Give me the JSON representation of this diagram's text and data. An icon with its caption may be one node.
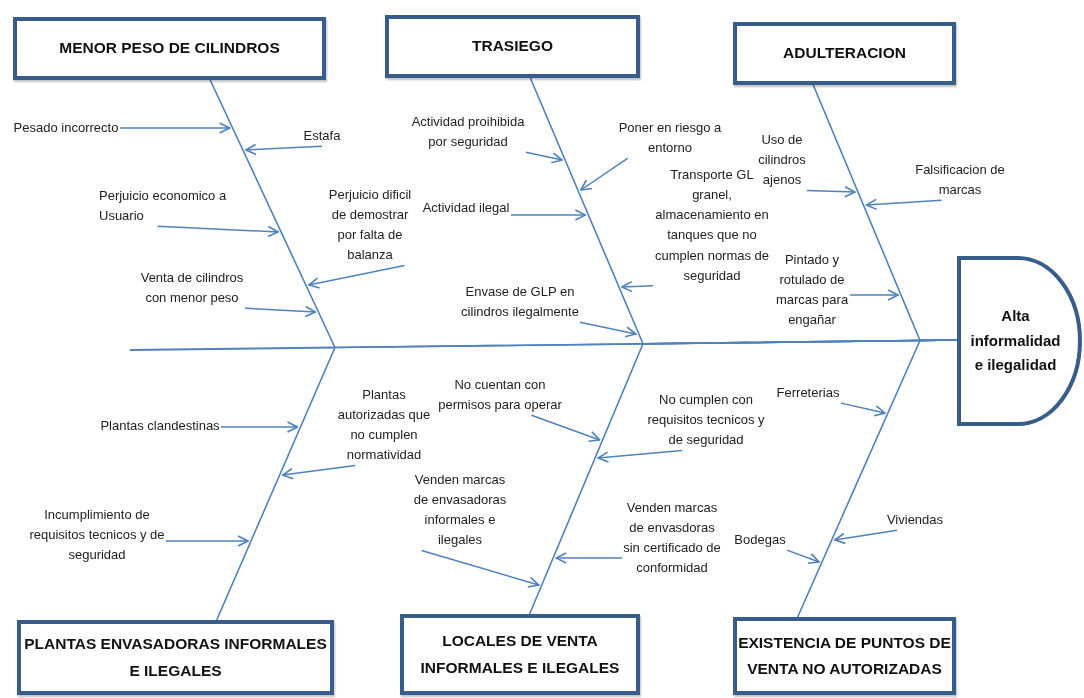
{
  "diagram": {
    "nodes": [
      {
        "text": [
          "MENOR PESO DE CILINDROS"
        ]
      },
      {
        "text": [
          "TRASIEGO"
        ]
      },
      {
        "text": [
          "ADULTERACION"
        ]
      },
      {
        "text": [
          "Pesado incorrecto"
        ]
      },
      {
        "text": [
          "Estafa"
        ]
      },
      {
        "text": [
          "Perjuicio economico a Usuario"
        ]
      },
      {
        "text": [
          "Perjuicio dificil de demostrar por falta de balanza"
        ]
      },
      {
        "text": [
          "Venta de cilindros con menor peso"
        ]
      },
      {
        "text": [
          "Actividad proihibida por seguridad"
        ]
      },
      {
        "text": [
          "Poner en riesgo a entorno"
        ]
      },
      {
        "text": [
          "Actividad ilegal"
        ]
      },
      {
        "text": [
          "Transporte GL granel, almacenamiento en tanques que no cumplen normas de seguridad"
        ]
      },
      {
        "text": [
          "Envase de GLP en cilindros ilegalmente"
        ]
      },
      {
        "text": [
          "Uso de cilindros ajenos"
        ]
      },
      {
        "text": [
          "Falsificacion de marcas"
        ]
      },
      {
        "text": [
          "Pintado y rotulado de marcas para engañar"
        ]
      },
      {
        "text": [
          "Alta informalidad e ilegalidad"
        ]
      },
      {
        "text": [
          "Plantas clandestinas"
        ]
      },
      {
        "text": [
          "Plantas autorizadas que no cumplen normatividad"
        ]
      },
      {
        "text": [
          "Incumplimiento de requisitos tecnicos y de seguridad"
        ]
      },
      {
        "text": [
          "No cuentan con permisos para operar"
        ]
      },
      {
        "text": [
          "No cumplen con requisitos tecnicos y de seguridad"
        ]
      },
      {
        "text": [
          "Venden marcas de envasadoras informales e ilegales"
        ]
      },
      {
        "text": [
          "Venden marcas de envasdoras sin certificado de conformidad"
        ]
      },
      {
        "text": [
          "Ferreterias"
        ]
      },
      {
        "text": [
          "Bodegas"
        ]
      },
      {
        "text": [
          "Viviendas"
        ]
      },
      {
        "text": [
          "PLANTAS ENVASADORAS INFORMALES E ILEGALES"
        ]
      },
      {
        "text": [
          "LOCALES DE VENTA INFORMALES E ILEGALES"
        ]
      },
      {
        "text": [
          "EXISTENCIA DE PUNTOS DE VENTA NO AUTORIZADAS"
        ]
      }
    ],
    "edges": [
      {
        "from": 0,
        "to": 16,
        "arrow": "none"
      },
      {
        "from": 1,
        "to": 16,
        "arrow": "none"
      },
      {
        "from": 2,
        "to": 16,
        "arrow": "none"
      },
      {
        "from": 27,
        "to": 16,
        "arrow": "none"
      },
      {
        "from": 28,
        "to": 16,
        "arrow": "none"
      },
      {
        "from": 29,
        "to": 16,
        "arrow": "none"
      },
      {
        "from": 3,
        "to": null,
        "arrow": "to"
      },
      {
        "from": 4,
        "to": null,
        "arrow": "to"
      },
      {
        "from": 5,
        "to": null,
        "arrow": "to"
      },
      {
        "from": 6,
        "to": null,
        "arrow": "to"
      },
      {
        "from": 7,
        "to": null,
        "arrow": "to"
      },
      {
        "from": 8,
        "to": null,
        "arrow": "to"
      },
      {
        "from": 9,
        "to": null,
        "arrow": "to"
      },
      {
        "from": 10,
        "to": null,
        "arrow": "to"
      },
      {
        "from": 11,
        "to": null,
        "arrow": "to"
      },
      {
        "from": 12,
        "to": null,
        "arrow": "to"
      },
      {
        "from": 13,
        "to": null,
        "arrow": "to"
      },
      {
        "from": 14,
        "to": null,
        "arrow": "to"
      },
      {
        "from": 15,
        "to": null,
        "arrow": "to"
      },
      {
        "from": 17,
        "to": null,
        "arrow": "to"
      },
      {
        "from": 18,
        "to": null,
        "arrow": "to"
      },
      {
        "from": 19,
        "to": null,
        "arrow": "to"
      },
      {
        "from": 20,
        "to": null,
        "arrow": "to"
      },
      {
        "from": 21,
        "to": null,
        "arrow": "to"
      },
      {
        "from": 22,
        "to": null,
        "arrow": "to"
      },
      {
        "from": 23,
        "to": null,
        "arrow": "to"
      },
      {
        "from": 24,
        "to": null,
        "arrow": "to"
      },
      {
        "from": 25,
        "to": null,
        "arrow": "to"
      },
      {
        "from": 26,
        "to": null,
        "arrow": "to"
      }
    ]
  }
}
